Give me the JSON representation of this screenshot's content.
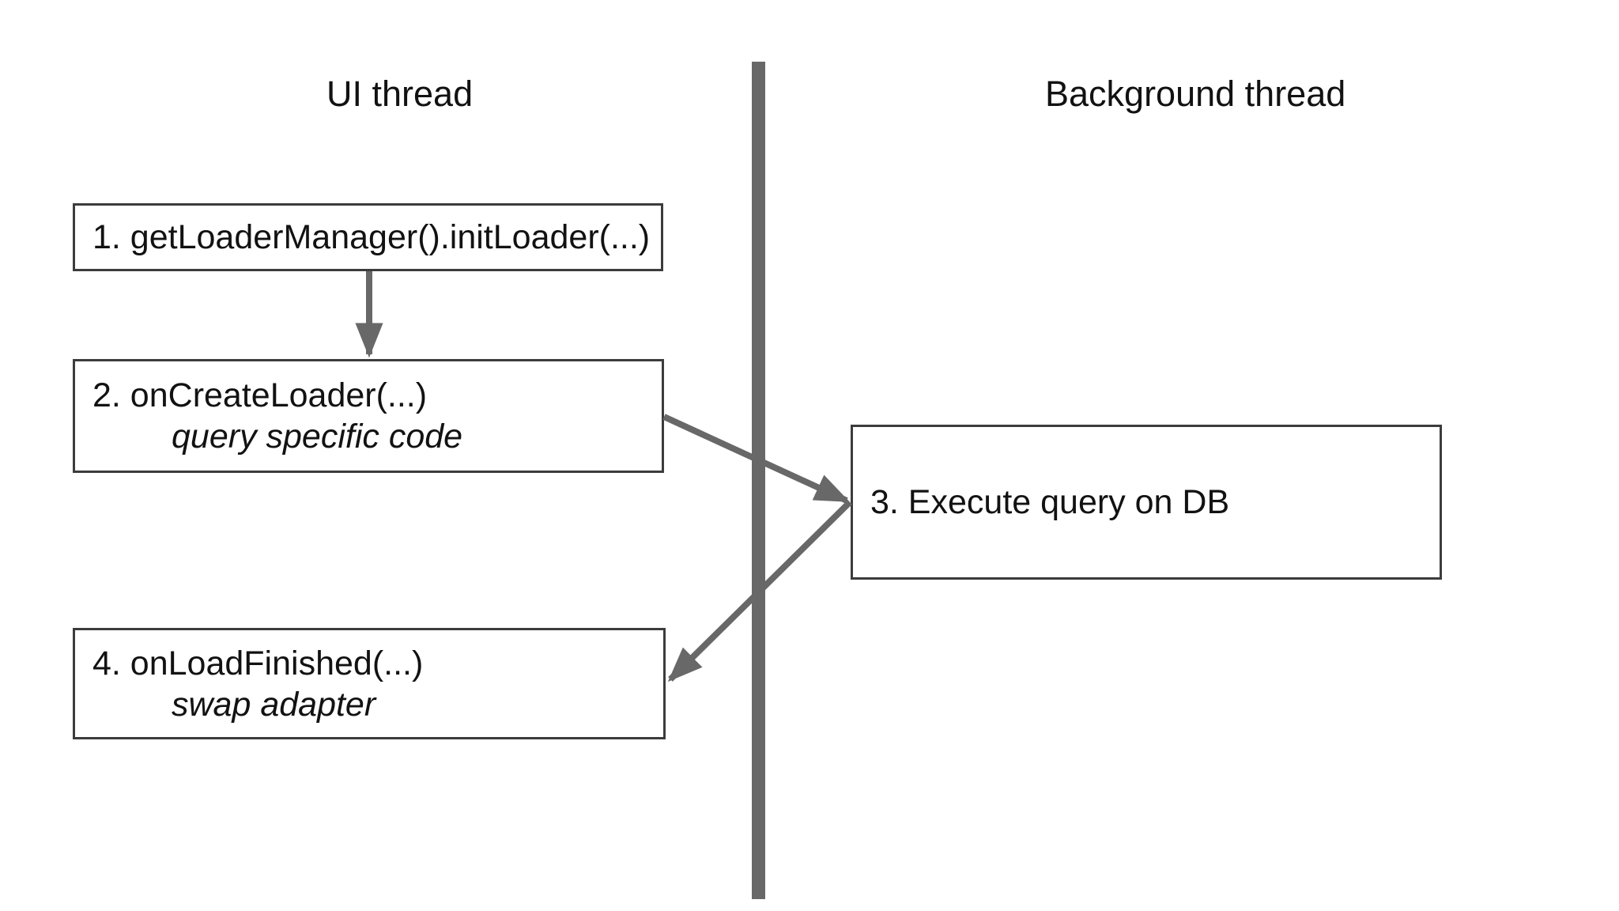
{
  "page": {
    "background": "#ffffff",
    "description": "Android Loader flow between UI thread and Background thread"
  },
  "colors": {
    "arrow_gray": "#686868",
    "box_border": "#3c3c3c",
    "text_color": "#121212",
    "page_bg": "#ffffff"
  },
  "headers": {
    "ui_thread": "UI thread",
    "background_thread": "Background thread"
  },
  "boxes": [
    {
      "id": "step-1",
      "thread": "ui",
      "label": "1. getLoaderManager().initLoader(...)",
      "note": ""
    },
    {
      "id": "step-2",
      "thread": "ui",
      "label": "2. onCreateLoader(...)",
      "note": "query specific code"
    },
    {
      "id": "step-3",
      "thread": "background",
      "label": "3. Execute query on DB",
      "note": ""
    },
    {
      "id": "step-4",
      "thread": "ui",
      "label": "4. onLoadFinished(...)",
      "note": "swap adapter"
    }
  ],
  "edges": [
    {
      "from": "step-1",
      "to": "step-2"
    },
    {
      "from": "step-2",
      "to": "step-3"
    },
    {
      "from": "step-3",
      "to": "step-4"
    }
  ]
}
